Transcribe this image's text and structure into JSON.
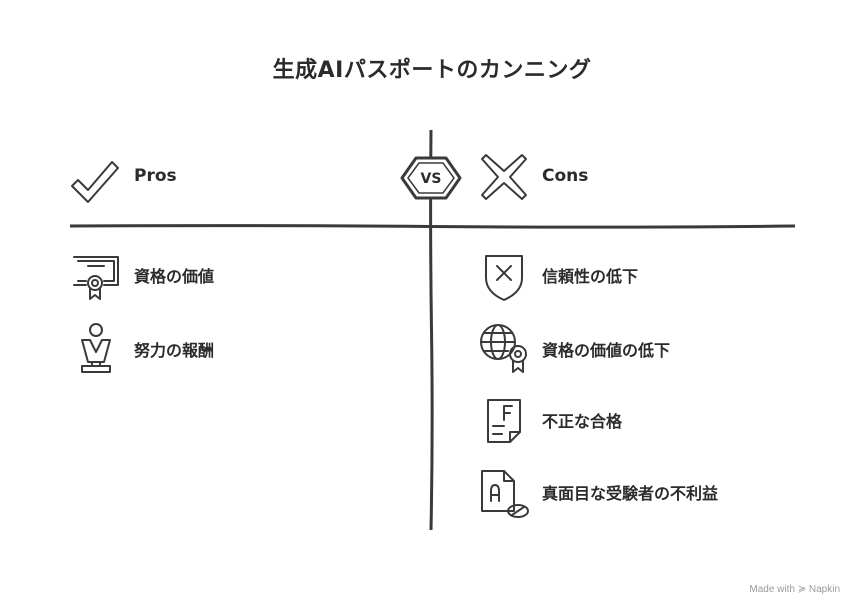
{
  "title": "生成AIパスポートのカンニング",
  "pros": {
    "label": "Pros",
    "items": [
      {
        "text": "資格の価値",
        "icon": "certificate-icon"
      },
      {
        "text": "努力の報酬",
        "icon": "trophy-person-icon"
      }
    ]
  },
  "cons": {
    "label": "Cons",
    "items": [
      {
        "text": "信頼性の低下",
        "icon": "shield-x-icon"
      },
      {
        "text": "資格の価値の低下",
        "icon": "globe-badge-icon"
      },
      {
        "text": "不正な合格",
        "icon": "document-f-icon"
      },
      {
        "text": "真面目な受験者の不利益",
        "icon": "document-a-pill-icon"
      }
    ]
  },
  "vs_label": "VS",
  "watermark": "Made with ≽ Napkin"
}
